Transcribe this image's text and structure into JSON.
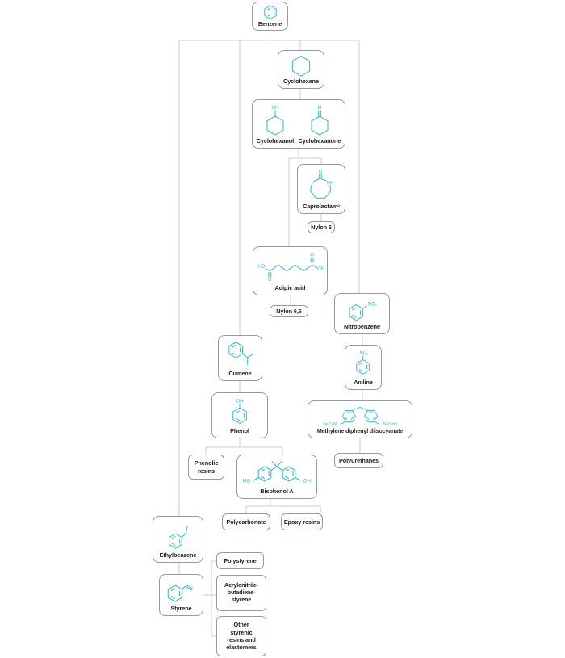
{
  "colors": {
    "accent": "#3bbad1",
    "box_border": "#96999d",
    "connector": "#c9cbcd",
    "label_ink": "#1d1d1b"
  },
  "nodes": {
    "benzene": {
      "label": "Benzene"
    },
    "cyclohexane": {
      "label": "Cyclohexane"
    },
    "cyclohexanol": {
      "label": "Cyclohexanol"
    },
    "cyclohexanone": {
      "label": "Cyclohexanone"
    },
    "caprolactam": {
      "label": "Caprolactamᵃ"
    },
    "nylon6": {
      "label": "Nylon 6"
    },
    "adipic_acid": {
      "label": "Adipic acid"
    },
    "nylon66": {
      "label": "Nylon 6,6"
    },
    "nitrobenzene": {
      "label": "Nitrobenzene"
    },
    "aniline": {
      "label": "Aniline"
    },
    "mdi": {
      "label": "Methylene diphenyl diisocyanate"
    },
    "polyurethanes": {
      "label": "Polyurethanes"
    },
    "cumene": {
      "label": "Cumene"
    },
    "phenol": {
      "label": "Phenol"
    },
    "phenolic_resins": {
      "label": "Phenolic\nresins"
    },
    "bisphenol_a": {
      "label": "Bisphenol A"
    },
    "polycarbonate": {
      "label": "Polycarbonate"
    },
    "epoxy_resins": {
      "label": "Epoxy resins"
    },
    "ethylbenzene": {
      "label": "Ethylbenzene"
    },
    "styrene": {
      "label": "Styrene"
    },
    "polystyrene": {
      "label": "Polystyrene"
    },
    "abs": {
      "label": "Acrylonitrile-\nbutadiene-\nstyrene"
    },
    "other_styrenic": {
      "label": "Other\nstyrenic\nresins and\nelastomers"
    }
  },
  "atoms": {
    "oh": "OH",
    "ho": "HO",
    "o": "O",
    "nh": "NH",
    "nh2": "NH₂",
    "no2": "NO₂",
    "ocn": "O=C=N",
    "nco": "N=C=O"
  }
}
